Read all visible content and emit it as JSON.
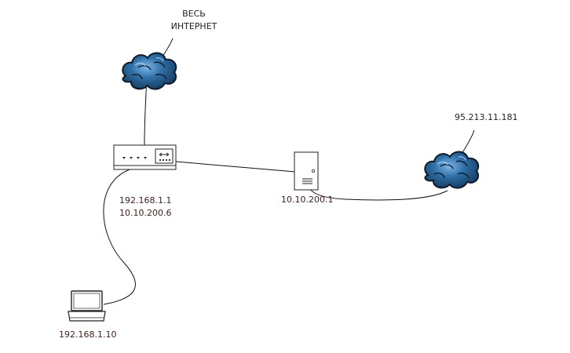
{
  "colors": {
    "line": "#111111",
    "cloud_fill": "#1f5f92",
    "cloud_highlight": "#6aa6d8",
    "cloud_outline": "#0d1b2a",
    "label_dark": "#222222",
    "label_brown": "#3d1f1a"
  },
  "nodes": {
    "internet_cloud": {
      "icon": "cloud-icon",
      "label_line1": "ВЕСЬ",
      "label_line2": "ИНТЕРНЕТ"
    },
    "router": {
      "icon": "router-icon",
      "ip1": "192.168.1.1",
      "ip2": "10.10.200.6"
    },
    "server": {
      "icon": "server-icon",
      "ip": "10.10.200.1"
    },
    "remote_cloud": {
      "icon": "cloud-icon",
      "ip": "95.213.11.181"
    },
    "laptop": {
      "icon": "laptop-icon",
      "ip": "192.168.1.10"
    }
  }
}
